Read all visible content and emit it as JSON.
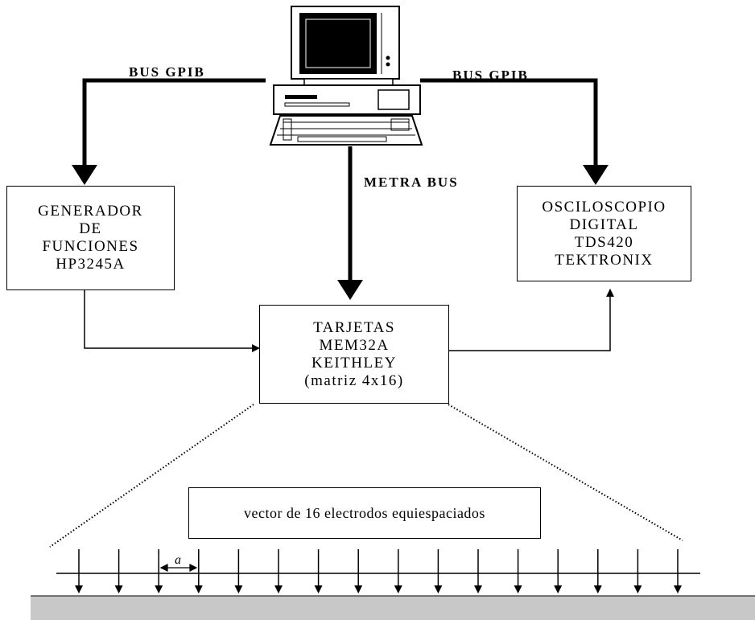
{
  "labels": {
    "bus_left": "BUS GPIB",
    "bus_right": "BUS GPIB",
    "bus_center": "METRA BUS",
    "spacing": "a"
  },
  "boxes": {
    "generator": [
      "GENERADOR",
      "DE",
      "FUNCIONES",
      "HP3245A"
    ],
    "oscilloscope": [
      "OSCILOSCOPIO",
      "DIGITAL",
      "TDS420",
      "TEKTRONIX"
    ],
    "cards": [
      "TARJETAS",
      "MEM32A",
      "KEITHLEY",
      "(matriz 4x16)"
    ],
    "electrodes": "vector de 16 electrodos equiespaciados"
  },
  "electrode_count": 16,
  "colors": {
    "line": "#000000",
    "ground": "#c8c8c8"
  }
}
